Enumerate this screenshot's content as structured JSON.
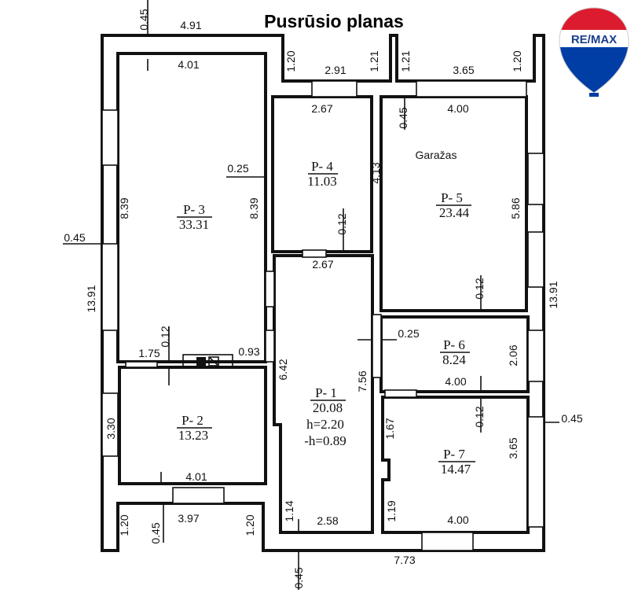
{
  "title": "Pusrūsio planas",
  "logo": {
    "text": "RE/MAX",
    "colors": {
      "red": "#dc1c2e",
      "blue": "#003da5",
      "white": "#ffffff"
    }
  },
  "rooms": {
    "p1": {
      "name": "P- 1",
      "area": "20.08",
      "h": "h=2.20",
      "neg_h": "-h=0.89"
    },
    "p2": {
      "name": "P- 2",
      "area": "13.23"
    },
    "p3": {
      "name": "P- 3",
      "area": "33.31"
    },
    "p4": {
      "name": "P- 4",
      "area": "11.03"
    },
    "p5": {
      "name": "P- 5",
      "area": "23.44",
      "label": "Garažas"
    },
    "p6": {
      "name": "P- 6",
      "area": "8.24"
    },
    "p7": {
      "name": "P- 7",
      "area": "14.47"
    }
  },
  "dims_h": [
    "4.91",
    "4.01",
    "2.91",
    "3.65",
    "2.67",
    "4.00",
    "0.25",
    "0.45",
    "2.67",
    "1.75",
    "0.93",
    "0.25",
    "4.00",
    "0.45",
    "4.01",
    "3.97",
    "2.58",
    "4.00",
    "7.73"
  ],
  "dims_v": [
    "0.45",
    "1.20",
    "1.21",
    "1.21",
    "1.20",
    "0.45",
    "4.13",
    "8.39",
    "8.39",
    "5.86",
    "0.12",
    "13.91",
    "0.12",
    "13.91",
    "0.12",
    "6.42",
    "7.56",
    "2.06",
    "3.30",
    "1.67",
    "0.12",
    "3.65",
    "1.14",
    "1.19",
    "1.20",
    "0.45",
    "1.20",
    "0.45"
  ]
}
